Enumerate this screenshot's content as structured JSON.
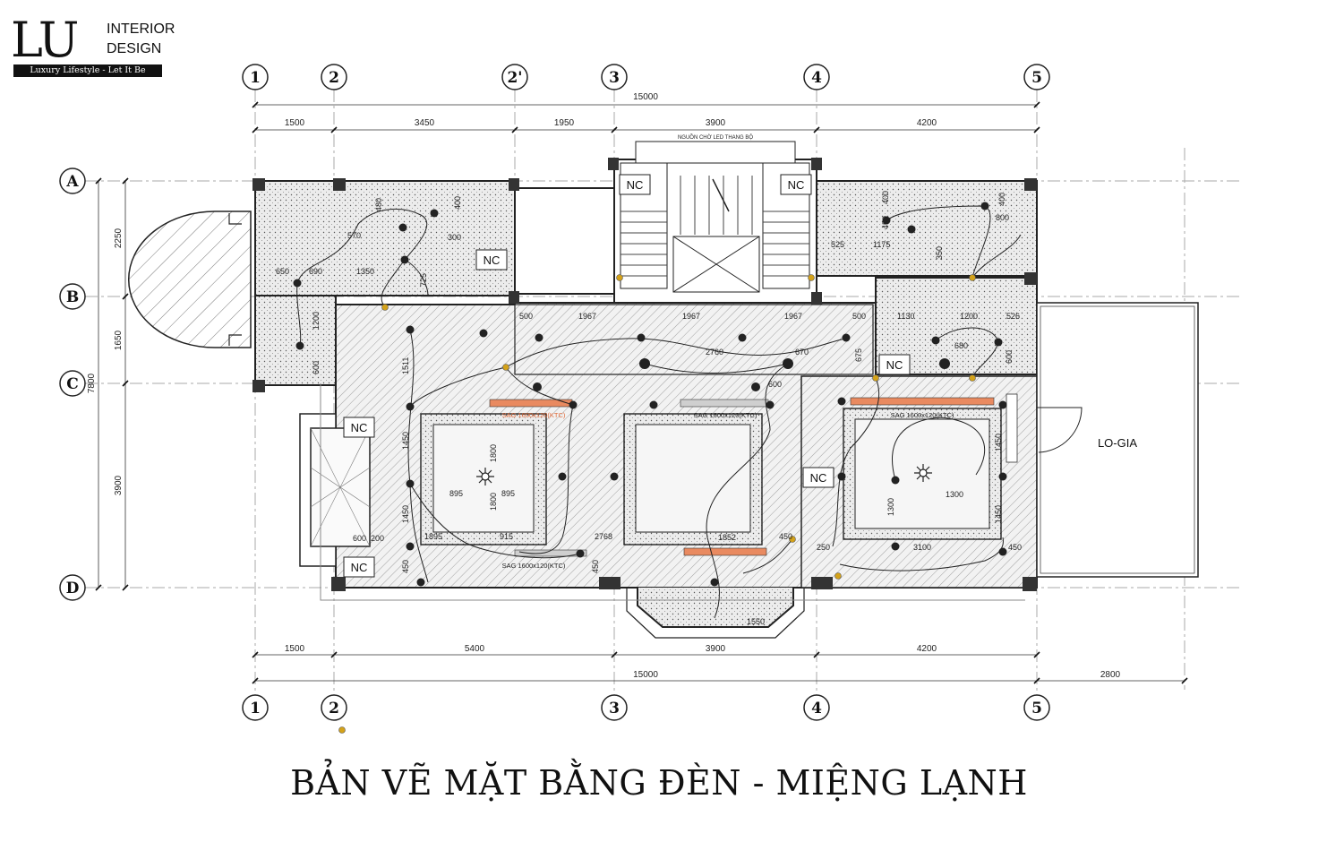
{
  "logo": {
    "mark": "LU",
    "line1": "INTERIOR",
    "line2": "DESIGN",
    "tagline": "Luxury Lifestyle - Let It Be Unique"
  },
  "title": "BẢN VẼ MẶT BẰNG ĐÈN - MIỆNG LẠNH",
  "grid_axes": {
    "columns": [
      "1",
      "2",
      "2'",
      "3",
      "4",
      "5"
    ],
    "rows": [
      "A",
      "B",
      "C",
      "D"
    ]
  },
  "dimensions": {
    "top_total": "15000",
    "top_segments": [
      "1500",
      "3450",
      "1950",
      "3900",
      "4200"
    ],
    "bottom_segments": [
      "1500",
      "5400",
      "3900",
      "4200"
    ],
    "bottom_total": "15000",
    "bottom_extra": "2800",
    "left_segments": [
      "2250",
      "1650",
      "3900"
    ],
    "left_total": "7800"
  },
  "labels": {
    "stair_note": "NGUỒN CHỜ LED THANG BỘ",
    "loggia": "LO-GIA",
    "nc": "NC",
    "ceiling_notes": [
      "SAG 1600x120(KTC)",
      "SAG 1600x120(KTC)",
      "SAG 1600x120(KTC)",
      "SAG 1600x120(KTC)"
    ]
  },
  "interior_dims": [
    "480",
    "400",
    "570",
    "300",
    "650",
    "690",
    "1350",
    "725",
    "1200",
    "600",
    "400",
    "400",
    "800",
    "525",
    "1175",
    "450",
    "350",
    "500",
    "1967",
    "1967",
    "1967",
    "500",
    "1130",
    "1200",
    "526",
    "2760",
    "670",
    "680",
    "600",
    "675",
    "600",
    "1511",
    "1450",
    "1450",
    "1800",
    "895",
    "895",
    "1895",
    "915",
    "2768",
    "1800",
    "1852",
    "450",
    "450",
    "250",
    "3100",
    "1450",
    "1300",
    "1300",
    "1450",
    "450",
    "1550",
    "600",
    "200",
    "450"
  ],
  "colors": {
    "line": "#222222",
    "hatch": "#9a9a9a",
    "dot_fill": "#e9e9e9",
    "light_marker": "#d4a21a",
    "ac_strip": "#e98a60"
  }
}
